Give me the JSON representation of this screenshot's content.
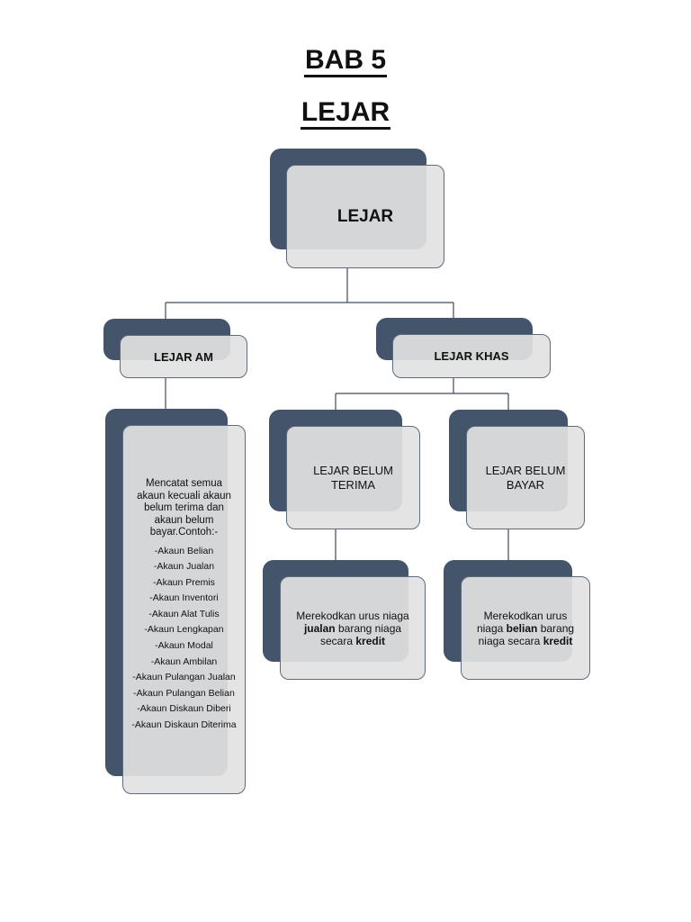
{
  "heading": {
    "line1": "BAB 5",
    "line2": "LEJAR"
  },
  "root": {
    "label": "LEJAR"
  },
  "lejar_am": {
    "label": "LEJAR AM",
    "description": "Mencatat semua akaun kecuali akaun belum terima dan akaun belum bayar.Contoh:-",
    "examples": [
      "-Akaun Belian",
      "-Akaun Jualan",
      "-Akaun Premis",
      "-Akaun Inventori",
      "-Akaun Alat Tulis",
      "-Akaun Lengkapan",
      "-Akaun Modal",
      "-Akaun Ambilan",
      "-Akaun Pulangan Jualan",
      "-Akaun Pulangan Belian",
      "-Akaun Diskaun Diberi",
      "-Akaun Diskaun Diterima"
    ]
  },
  "lejar_khas": {
    "label": "LEJAR KHAS",
    "belum_terima": {
      "label": "LEJAR BELUM TERIMA",
      "desc_pre": "Merekodkan urus niaga",
      "desc_bold1": "jualan",
      "desc_mid": "barang niaga secara",
      "desc_bold2": "kredit"
    },
    "belum_bayar": {
      "label": "LEJAR BELUM BAYAR",
      "desc_pre": "Merekodkan urus niaga",
      "desc_bold1": "belian",
      "desc_mid": "barang niaga secara",
      "desc_bold2": "kredit"
    }
  },
  "colors": {
    "back_box": "#44546a",
    "front_box": "#e2e2e2",
    "line": "#3f4a5a"
  }
}
